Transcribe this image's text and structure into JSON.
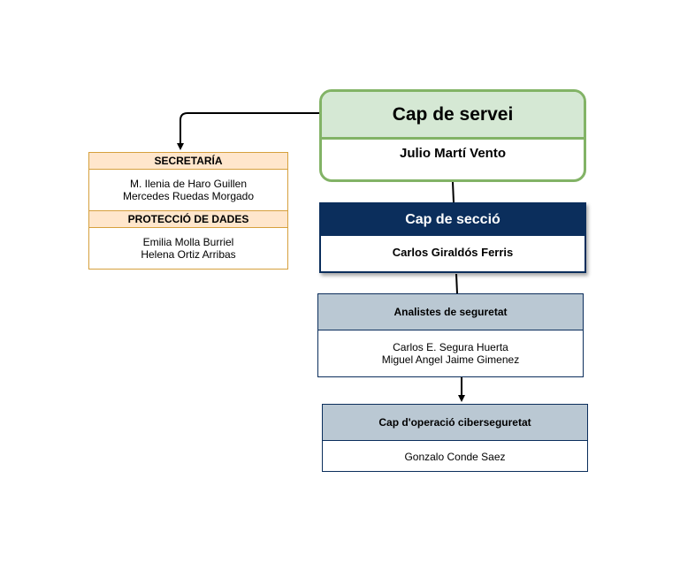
{
  "cap_servei": {
    "title": "Cap de servei",
    "name": "Julio Martí Vento"
  },
  "cap_seccio": {
    "title": "Cap de secció",
    "name": "Carlos Giraldós Ferris"
  },
  "secretaria": {
    "title": "SECRETARÍA",
    "members": [
      "M. Ilenia de Haro Guillen",
      "Mercedes Ruedas Morgado"
    ]
  },
  "proteccio": {
    "title": "PROTECCIÓ DE DADES",
    "members": [
      "Emilia Molla Burriel",
      "Helena Ortiz Arribas"
    ]
  },
  "analistes": {
    "title": "Analistes de seguretat",
    "members": [
      "Carlos E. Segura Huerta",
      "Miguel Angel Jaime Gimenez"
    ]
  },
  "operacio": {
    "title": "Cap d'operació ciberseguretat",
    "members": [
      "Gonzalo Conde Saez"
    ]
  },
  "colors": {
    "servei_border": "#82b366",
    "servei_fill": "#d5e8d4",
    "seccio_fill": "#0b2e5c",
    "secretaria_border": "#d6a03d",
    "secretaria_fill": "#ffe6cc",
    "analistes_fill": "#bac8d3"
  }
}
